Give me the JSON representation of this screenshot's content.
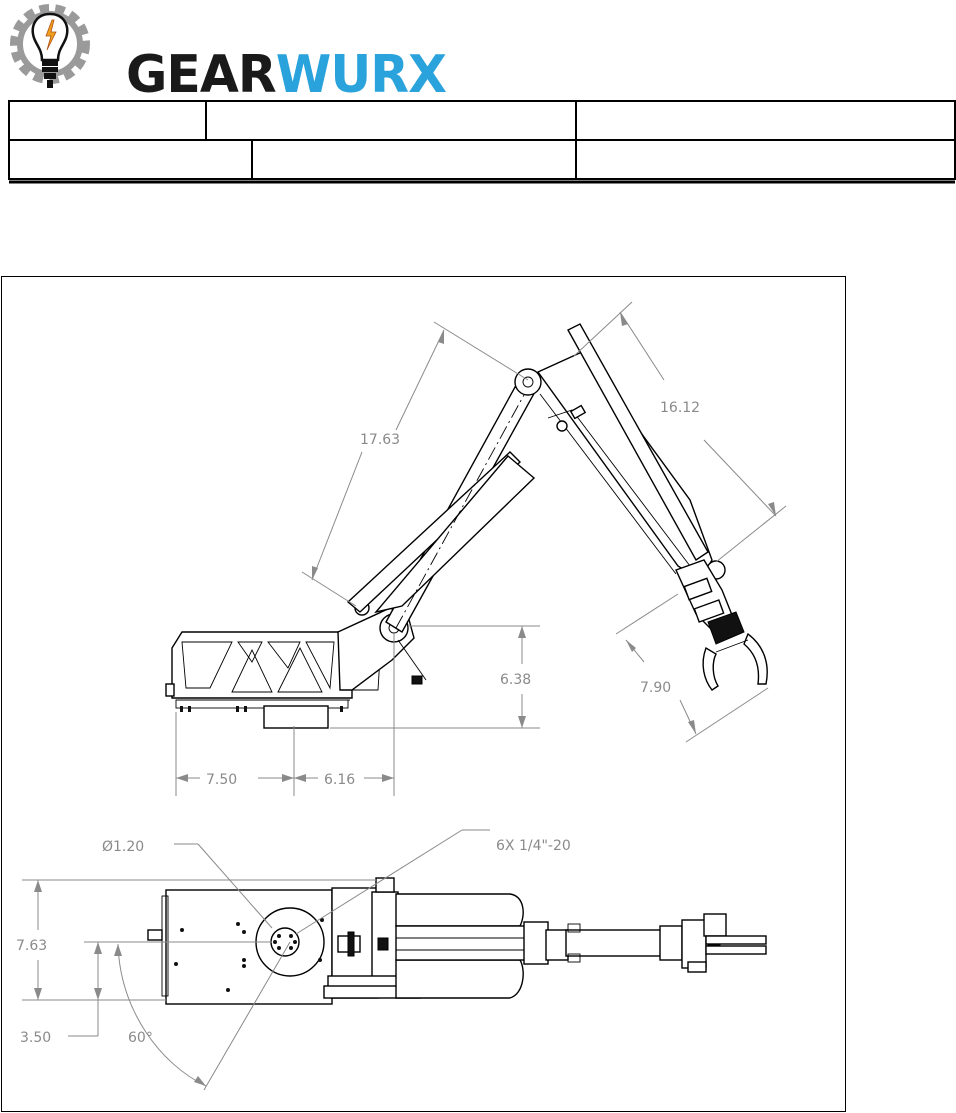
{
  "brand": {
    "name_part1": "GEAR",
    "name_part2": "WURX",
    "color_dark": "#1a1a1a",
    "color_accent": "#2aa3dc",
    "gear_color": "#9a9a9a",
    "bolt_color": "#f0a020",
    "logo_icon": "gear-lightbulb-icon"
  },
  "header_table": {
    "row1": [
      "",
      "",
      ""
    ],
    "row2": [
      "",
      "",
      ""
    ]
  },
  "side_view": {
    "dimensions": {
      "upper_arm": "17.63",
      "forearm": "16.12",
      "gripper": "7.90",
      "shoulder_height": "6.38",
      "base_rear": "7.50",
      "base_front": "6.16"
    }
  },
  "top_view": {
    "dimensions": {
      "hole_diameter": "Ø1.20",
      "bolt_pattern": "6X 1/4\"-20",
      "width": "7.63",
      "center_offset": "3.50",
      "angle": "60°"
    }
  }
}
